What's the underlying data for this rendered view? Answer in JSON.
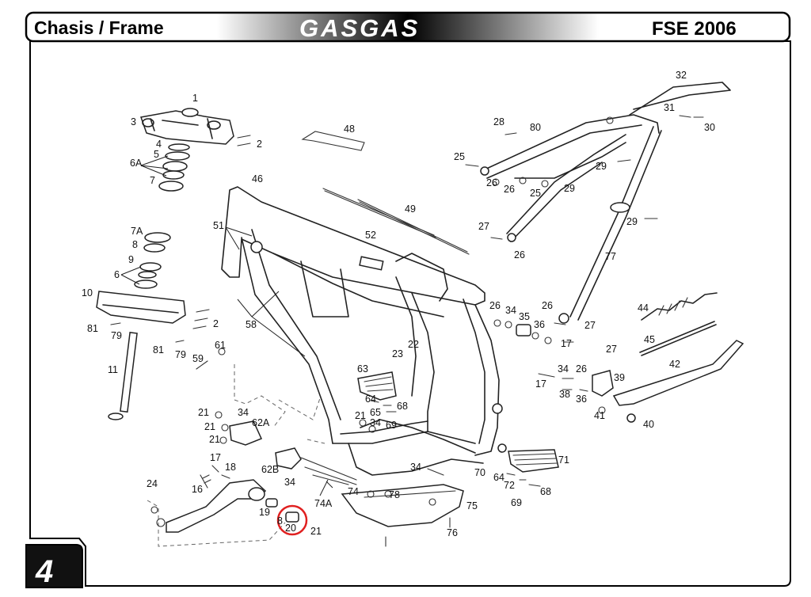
{
  "header": {
    "title": "Chasis / Frame",
    "brand": "GASGAS",
    "model": "FSE 2006"
  },
  "page_number": "4",
  "highlight_color": "#e02020",
  "callouts": {
    "c1": "1",
    "c2a": "2",
    "c2b": "2",
    "c3": "3",
    "c4": "4",
    "c5": "5",
    "c6a": "6A",
    "c7": "7",
    "c7a": "7A",
    "c8a": "8",
    "c9": "9",
    "c6": "6",
    "c10": "10",
    "c81a": "81",
    "c79a": "79",
    "c81b": "81",
    "c79b": "79",
    "c11": "11",
    "c59": "59",
    "c61": "61",
    "c46": "46",
    "c51": "51",
    "c58": "58",
    "c48": "48",
    "c49": "49",
    "c52": "52",
    "c32": "32",
    "c31": "31",
    "c30": "30",
    "c28": "28",
    "c80": "80",
    "c25a": "25",
    "c26a": "26",
    "c26b": "26",
    "c25b": "25",
    "c29a": "29",
    "c29b": "29",
    "c29c": "29",
    "c27a": "27",
    "c26c": "26",
    "c77": "77",
    "c26d": "26",
    "c34a": "34",
    "c35": "35",
    "c26e": "26",
    "c36a": "36",
    "c27b": "27",
    "c17a": "17",
    "c44": "44",
    "c45": "45",
    "c42": "42",
    "c27c": "27",
    "c34b": "34",
    "c26f": "26",
    "c39": "39",
    "c17b": "17",
    "c38": "38",
    "c36b": "36",
    "c41": "41",
    "c40": "40",
    "c23": "23",
    "c22": "22",
    "c63": "63",
    "c64a": "64",
    "c65": "65",
    "c68a": "68",
    "c21a": "21",
    "c34c": "34",
    "c69a": "69",
    "c21b": "21",
    "c34d": "34",
    "c21c": "21",
    "c62a": "62A",
    "c21d": "21",
    "c17c": "17",
    "c18": "18",
    "c62b": "62B",
    "c34e": "34",
    "c34f": "34",
    "c70": "70",
    "c71": "71",
    "c64b": "64",
    "c72": "72",
    "c68b": "68",
    "c69b": "69",
    "c24": "24",
    "c16": "16",
    "c19": "19",
    "c8b": "8",
    "c20": "20",
    "c21e": "21",
    "c74a": "74A",
    "c74": "74",
    "c78": "78",
    "c75": "75",
    "c76": "76"
  }
}
